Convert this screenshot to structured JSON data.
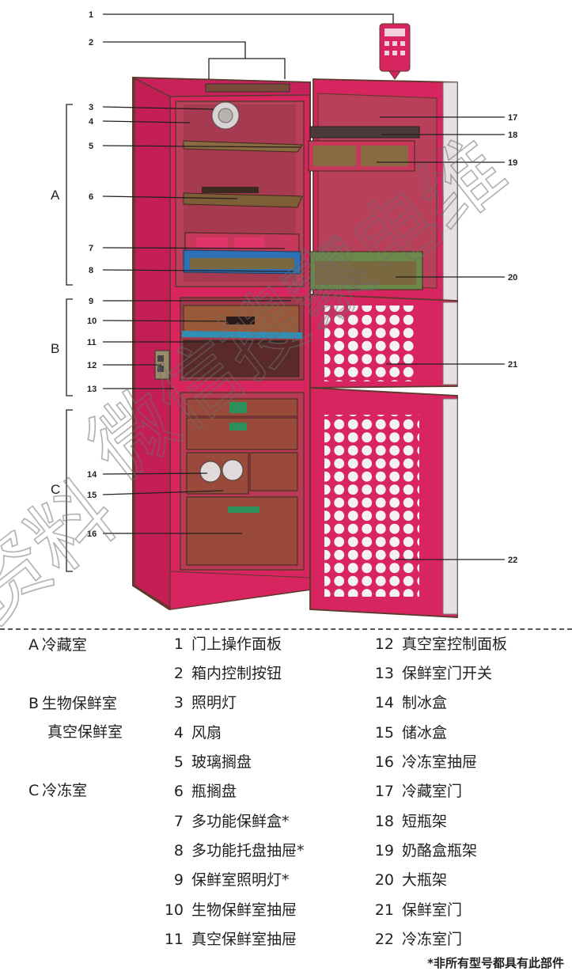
{
  "callouts": [
    "1",
    "2",
    "3",
    "4",
    "5",
    "6",
    "7",
    "8",
    "9",
    "10",
    "11",
    "12",
    "13",
    "14",
    "15",
    "16",
    "17",
    "18",
    "19",
    "20",
    "21",
    "22"
  ],
  "sections": [
    "A",
    "B",
    "C"
  ],
  "watermark": "资料 微信搜索 家电维修资料",
  "categories": [
    {
      "letter": "A",
      "lines": [
        "冷藏室"
      ]
    },
    {
      "letter": "B",
      "lines": [
        "生物保鲜室",
        "真空保鲜室"
      ]
    },
    {
      "letter": "C",
      "lines": [
        "冷冻室"
      ]
    }
  ],
  "legend": [
    {
      "num": "1",
      "text": "门上操作面板"
    },
    {
      "num": "2",
      "text": "箱内控制按钮"
    },
    {
      "num": "3",
      "text": "照明灯"
    },
    {
      "num": "4",
      "text": "风扇"
    },
    {
      "num": "5",
      "text": "玻璃搁盘"
    },
    {
      "num": "6",
      "text": "瓶搁盘"
    },
    {
      "num": "7",
      "text": "多功能保鲜盒*"
    },
    {
      "num": "8",
      "text": "多功能托盘抽屉*"
    },
    {
      "num": "9",
      "text": "保鲜室照明灯*"
    },
    {
      "num": "10",
      "text": "生物保鲜室抽屉"
    },
    {
      "num": "11",
      "text": "真空保鲜室抽屉"
    },
    {
      "num": "12",
      "text": "真空室控制面板"
    },
    {
      "num": "13",
      "text": "保鲜室门开关"
    },
    {
      "num": "14",
      "text": "制冰盒"
    },
    {
      "num": "15",
      "text": "储冰盒"
    },
    {
      "num": "16",
      "text": "冷冻室抽屉"
    },
    {
      "num": "17",
      "text": "冷藏室门"
    },
    {
      "num": "18",
      "text": "短瓶架"
    },
    {
      "num": "19",
      "text": "奶酪盒瓶架"
    },
    {
      "num": "20",
      "text": "大瓶架"
    },
    {
      "num": "21",
      "text": "保鲜室门"
    },
    {
      "num": "22",
      "text": "冷冻室门"
    }
  ],
  "footnote": "*非所有型号都具有此部件",
  "colors": {
    "body": "#d8245f",
    "interior": "#9b4a3c",
    "shelf": "#6e5a2e",
    "dots": "#f2f2f2",
    "lines": "#231f20",
    "drawer_blue": "#2f6fb3"
  }
}
